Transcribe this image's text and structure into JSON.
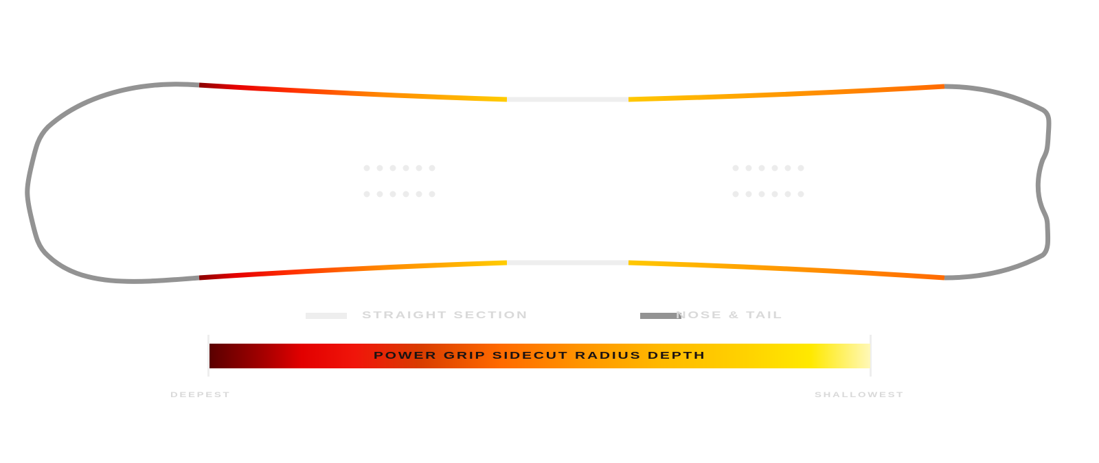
{
  "legend": {
    "straight_section": "STRAIGHT SECTION",
    "nose_tail": "NOSE & TAIL"
  },
  "scale": {
    "title": "POWER GRIP SIDECUT RADIUS DEPTH",
    "min_label": "DEEPEST",
    "max_label": "SHALLOWEST"
  },
  "colors": {
    "nose_tail": "#939393",
    "straight": "#eeeeee",
    "deepest": "#5a0000",
    "mid": "#ff6a00",
    "shallowest": "#ffe900"
  }
}
